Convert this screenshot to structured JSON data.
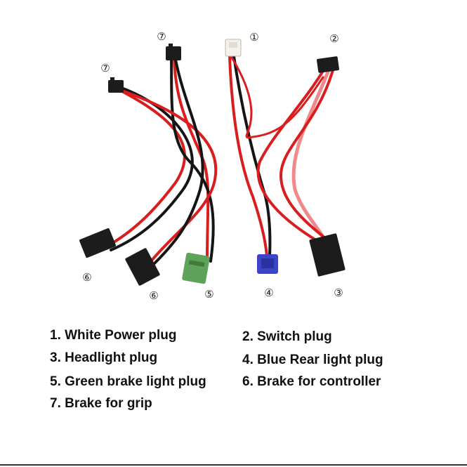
{
  "markers": [
    "⑦",
    "①",
    "②",
    "⑦",
    "⑥",
    "⑥",
    "⑤",
    "④",
    "③"
  ],
  "legend": [
    "1. White Power plug",
    "2. Switch plug",
    "3. Headlight plug",
    "4. Blue Rear light plug",
    "5. Green brake light plug",
    "6. Brake for controller",
    "7. Brake for grip"
  ],
  "colors": {
    "red_wire": "#d81e1e",
    "black_wire": "#151515",
    "pink_wire": "#f08a8a",
    "white_plug": "#f4f1ec",
    "blue_plug": "#3b45c8",
    "green_plug": "#5fa35a",
    "black_plug": "#1c1c1c"
  }
}
